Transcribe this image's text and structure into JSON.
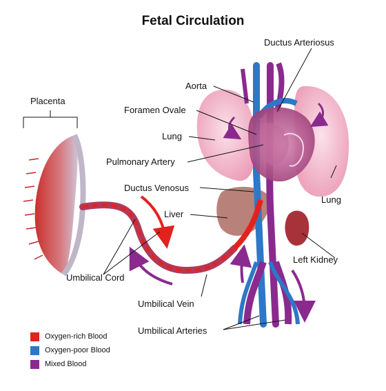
{
  "title": "Fetal Circulation",
  "labels": {
    "ductus_arteriosus": "Ductus Arteriosus",
    "aorta": "Aorta",
    "foramen_ovale": "Foramen Ovale",
    "lung_left_label": "Lung",
    "pulmonary_artery": "Pulmonary Artery",
    "ductus_venosus": "Ductus Venosus",
    "liver": "Liver",
    "lung_right_label": "Lung",
    "left_kidney": "Left Kidney",
    "placenta": "Placenta",
    "umbilical_cord": "Umbilical Cord",
    "umbilical_vein": "Umbilical Vein",
    "umbilical_arteries": "Umbilical Arteries"
  },
  "legend": [
    {
      "label": "Oxygen-rich Blood",
      "color": "#e3221e"
    },
    {
      "label": "Oxygen-poor Blood",
      "color": "#2d78c8"
    },
    {
      "label": "Mixed Blood",
      "color": "#8a2a8e"
    }
  ],
  "colors": {
    "oxygen_rich": "#e3221e",
    "oxygen_poor": "#2d78c8",
    "mixed": "#8a2a8e",
    "lung": "#f2b3c6",
    "liver": "#a0584e",
    "heart": "#b0487e"
  }
}
